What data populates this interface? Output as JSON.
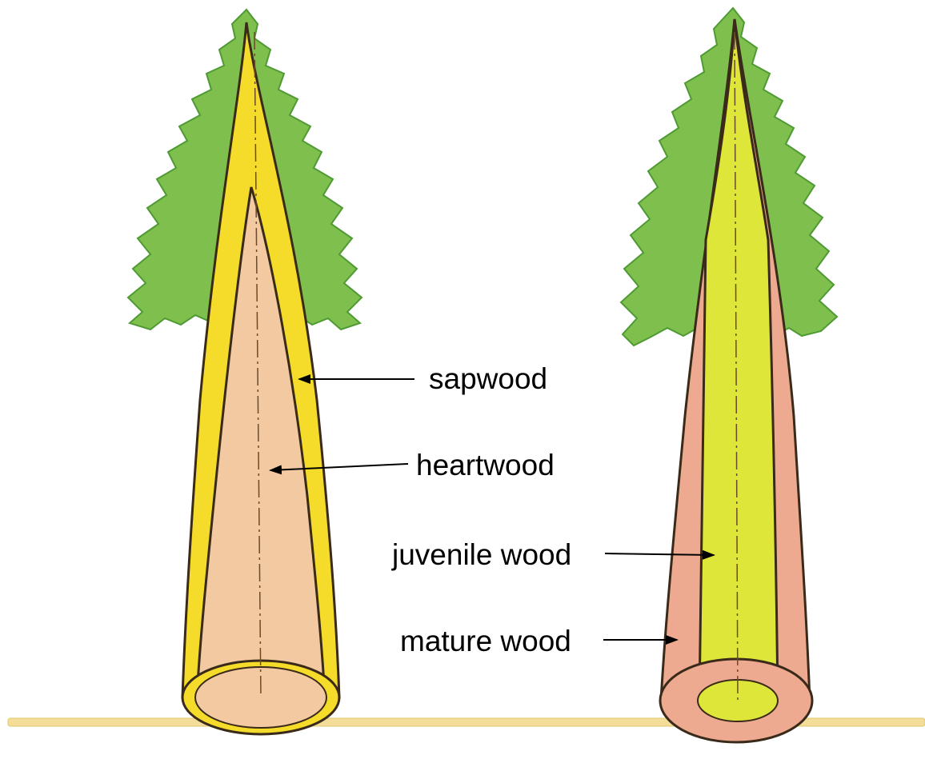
{
  "labels": {
    "sapwood": "sapwood",
    "heartwood": "heartwood",
    "juvenile_wood": "juvenile wood",
    "mature_wood": "mature wood"
  },
  "colors": {
    "foliage": "#7fbf4d",
    "foliage_dark": "#4e9a33",
    "sapwood": "#f5dc2a",
    "heartwood": "#f2c9a0",
    "juvenile_wood": "#dfe63a",
    "mature_wood": "#eeaa90",
    "ground": "#f3dd98"
  },
  "icons": {
    "left_tree": "conifer-tree-icon",
    "right_tree": "conifer-tree-icon"
  }
}
